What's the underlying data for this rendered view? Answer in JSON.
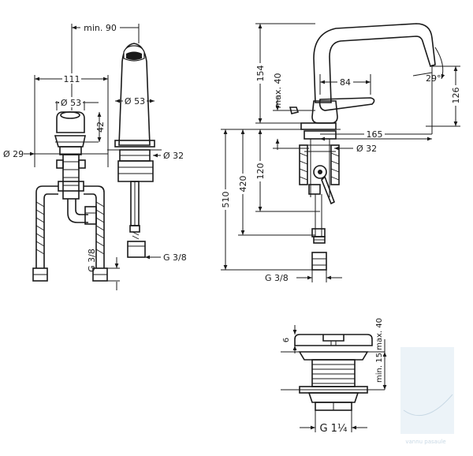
{
  "colors": {
    "line": "#1a1a1a",
    "background": "#ffffff",
    "watermark": "#b9d1e3"
  },
  "views": {
    "side": {
      "dims": {
        "min_90": "min. 90",
        "d111": "111",
        "d53a": "Ø 53",
        "d53b": "Ø 53",
        "d42": "42",
        "d29": "Ø 29",
        "d32": "Ø 32",
        "g38a": "G 3/8",
        "g38b": "G 3/8"
      }
    },
    "front": {
      "dims": {
        "d154": "154",
        "max40": "max. 40",
        "d84": "84",
        "d29deg": "29°",
        "d126": "126",
        "d165": "165",
        "d32": "Ø 32",
        "d120": "120",
        "d420": "420",
        "d510": "510",
        "g38": "G 3/8"
      }
    },
    "waste": {
      "dims": {
        "d6": "6",
        "min15max40": "min. 15 max. 40",
        "g114": "G 1¼"
      }
    }
  },
  "watermark": {
    "icon": "bath-brand-logo-icon",
    "text": "vannu pasaule"
  }
}
